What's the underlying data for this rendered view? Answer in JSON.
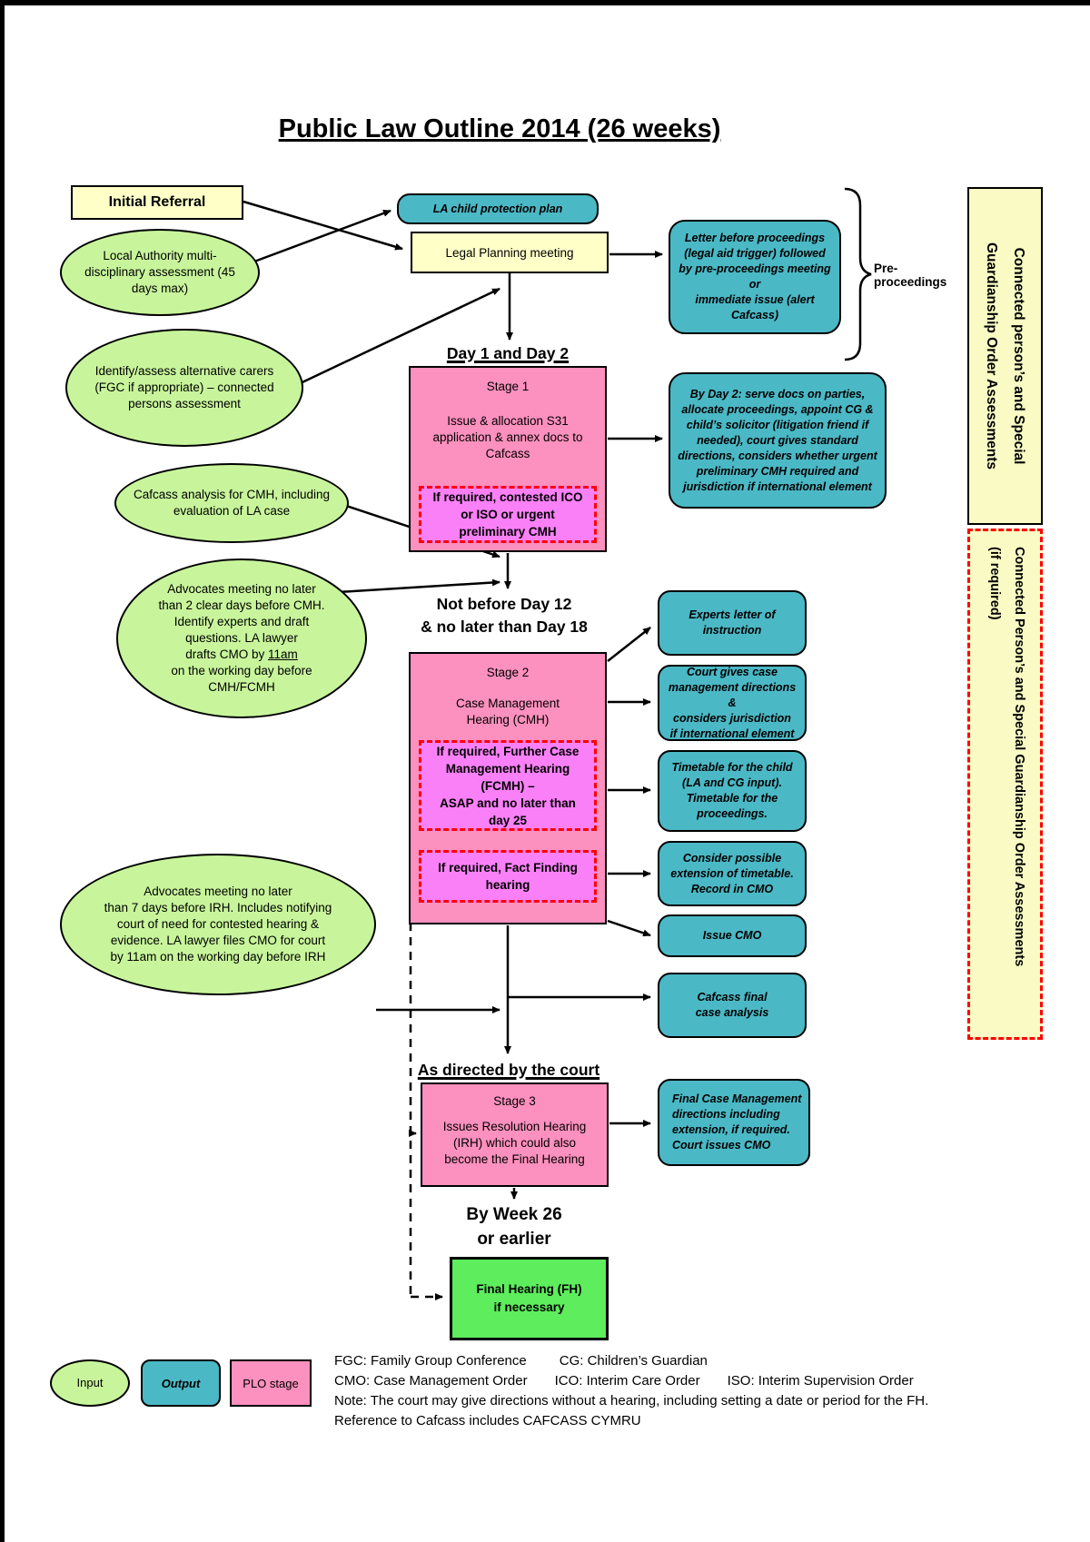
{
  "title": "Public Law Outline 2014 (26 weeks)",
  "colors": {
    "yellow": "#FFFFC8",
    "green": "#C8F59B",
    "teal": "#4BB8C5",
    "pink": "#FC90BE",
    "magenta": "#FA80F8",
    "bright_green": "#5DED5D",
    "bar_yellow": "#FAFAC4",
    "red": "#FF0000"
  },
  "nodes": {
    "initial_referral": "Initial Referral",
    "la_assessment": "Local Authority multi-disciplinary assessment (45 days max)",
    "identify_carers": "Identify/assess alternative carers (FGC if appropriate) – connected persons assessment",
    "la_child_protection_plan": "LA child protection plan",
    "legal_planning_meeting": "Legal Planning meeting",
    "letter_before_proceedings": "Letter before proceedings\n(legal aid trigger) followed\nby pre-proceedings meeting\nor\nimmediate issue (alert\nCafcass)",
    "pre_proceedings": "Pre-\nproceedings",
    "cafcass_analysis": "Cafcass analysis for CMH, including\nevaluation of LA case",
    "advocates1_pre": "Advocates meeting no later\nthan 2 clear days before CMH.\nIdentify experts and draft\nquestions. LA lawyer\ndrafts CMO by ",
    "advocates1_underlined": "11am",
    "advocates1_post": "\non the working day before\nCMH/FCMH",
    "advocates2": "Advocates meeting no later\nthan 7 days before IRH. Includes notifying\ncourt of need for contested hearing &\nevidence. LA lawyer files CMO for court\nby 11am on the working day before IRH",
    "final_hearing": "Final Hearing (FH)\nif necessary"
  },
  "stage1": {
    "heading": "Day 1 and Day 2",
    "title": "Stage 1",
    "body": "Issue & allocation S31\napplication & annex docs to\nCafcass",
    "conditional": "If required, contested ICO\nor ISO or urgent\npreliminary CMH"
  },
  "by_day2": {
    "lead": "By Day 2:",
    "rest": " serve docs on parties, allocate proceedings, appoint CG & child’s solicitor (litigation friend if needed), court gives standard directions, considers whether urgent preliminary CMH required and jurisdiction if international element"
  },
  "stage2": {
    "heading": "Not before Day 12\n& no later than Day 18",
    "title": "Stage 2",
    "body": "Case Management\nHearing (CMH)",
    "conditional1": "If required, Further Case\nManagement Hearing\n(FCMH) –\nASAP and no later than\nday 25",
    "conditional2": "If required, Fact Finding\nhearing"
  },
  "stage3": {
    "heading": "As directed by the court",
    "title": "Stage 3",
    "body": "Issues Resolution Hearing\n(IRH) which could also\nbecome the Final Hearing"
  },
  "week26_heading": "By Week 26\nor earlier",
  "outputs": {
    "experts": "Experts letter of\ninstruction",
    "court_directions": "Court gives case\nmanagement directions &\nconsiders jurisdiction\nif international element",
    "timetable": "Timetable for the child\n(LA and CG input).\nTimetable for the\nproceedings.",
    "extension": "Consider possible\nextension of timetable.\nRecord in CMO",
    "issue_cmo": "Issue CMO",
    "cafcass_final": "Cafcass final\ncase analysis",
    "final_case": "Final Case Management\ndirections including\nextension, if required.\nCourt issues CMO"
  },
  "sidebar": {
    "top": {
      "line1": "Connected person’s and Special",
      "line2": "Guardianship Order Assessments"
    },
    "bottom": {
      "line1": "Connected Person’s and Special Guardianship Order Assessments",
      "line2": "(if required)"
    }
  },
  "legend": {
    "input": "Input",
    "output": "Output",
    "plo": "PLO stage",
    "fgc": "FGC: Family Group Conference",
    "cg": "CG: Children’s Guardian",
    "cmo": "CMO: Case Management Order",
    "ico": "ICO: Interim Care Order",
    "iso": "ISO: Interim Supervision Order",
    "note1": "Note: The court may give directions without a hearing, including setting a date or period for the FH.",
    "note2": "Reference to Cafcass includes CAFCASS CYMRU"
  }
}
